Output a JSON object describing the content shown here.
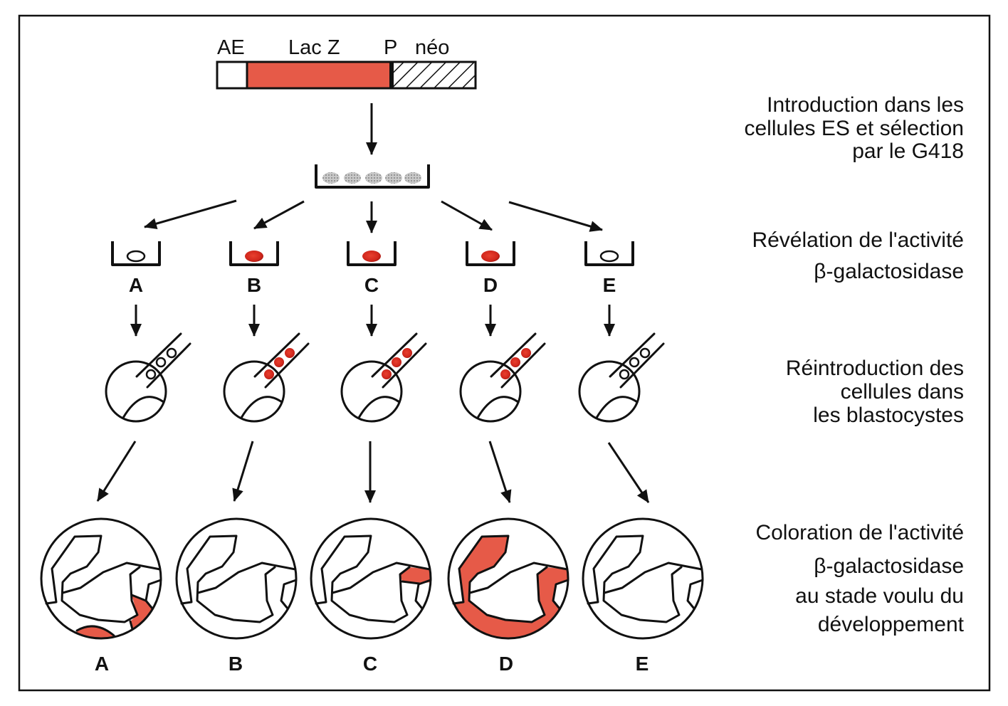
{
  "colors": {
    "line": "#111111",
    "lacz": "#e65a48",
    "stain": "#e65a48",
    "xgal_positive": "#d2281d",
    "colony_gray": "#b4b4b4",
    "promoter": "#111111",
    "background": "#ffffff"
  },
  "construct": {
    "labels": [
      "AE",
      "Lac Z",
      "P",
      "néo"
    ],
    "segments": [
      {
        "name": "AE",
        "style": "white"
      },
      {
        "name": "Lac Z",
        "style": "red"
      },
      {
        "name": "P",
        "style": "black"
      },
      {
        "name": "néo",
        "style": "hatched"
      }
    ]
  },
  "culture_dish": {
    "colonies": 5
  },
  "clones": [
    {
      "label": "A",
      "xgal_positive": false
    },
    {
      "label": "B",
      "xgal_positive": true
    },
    {
      "label": "C",
      "xgal_positive": true
    },
    {
      "label": "D",
      "xgal_positive": true
    },
    {
      "label": "E",
      "xgal_positive": false
    }
  ],
  "blastocysts": {
    "cells_per_pipette": 3
  },
  "embryos": [
    {
      "label": "A",
      "staining": "partial"
    },
    {
      "label": "B",
      "staining": "none"
    },
    {
      "label": "C",
      "staining": "restricted"
    },
    {
      "label": "D",
      "staining": "extensive"
    },
    {
      "label": "E",
      "staining": "none"
    }
  ],
  "steps": [
    {
      "lines": [
        "Introduction dans les",
        "cellules ES et sélection",
        "par le G418"
      ]
    },
    {
      "lines": [
        "Révélation de l'activité",
        "β-galactosidase"
      ]
    },
    {
      "lines": [
        "Réintroduction des",
        "cellules dans",
        "les blastocystes"
      ]
    },
    {
      "lines": [
        "Coloration de l'activité",
        "β-galactosidase",
        "au stade voulu du",
        "développement"
      ]
    }
  ]
}
